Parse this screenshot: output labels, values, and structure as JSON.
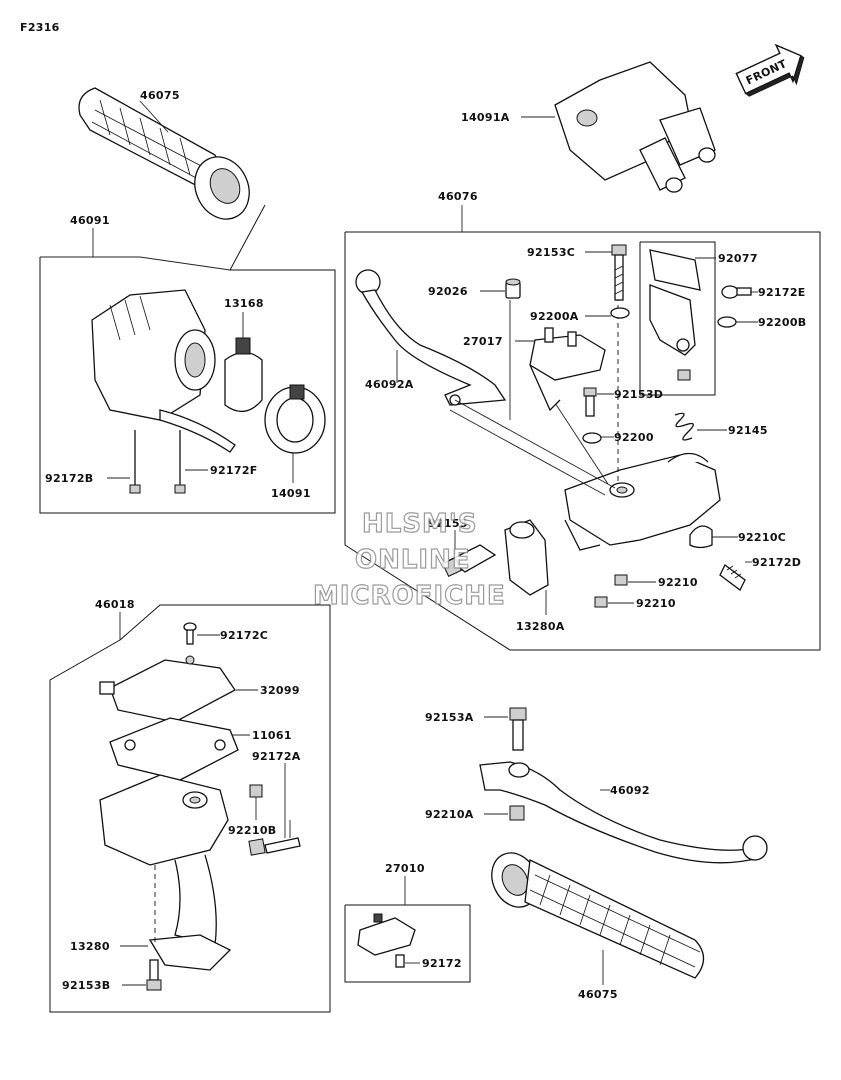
{
  "figure_code": "F2316",
  "front_label": "FRONT",
  "watermark": [
    "HLSM'S",
    "ONLINE",
    "MICROFICHE"
  ],
  "callouts": {
    "grip_top": "46075",
    "switch_assy": "46091",
    "insert_13168": "13168",
    "bolt_92172B": "92172B",
    "bolt_92172F": "92172F",
    "boot_14091": "14091",
    "cover_14091A": "14091A",
    "lever_assy": "46076",
    "bolt_92153C": "92153C",
    "guard_92077": "92077",
    "collar_92026": "92026",
    "washer_92200A": "92200A",
    "screw_92172E": "92172E",
    "washer_92200B": "92200B",
    "switch_27017": "27017",
    "lever_46092A": "46092A",
    "bolt_92153D": "92153D",
    "spring_92145": "92145",
    "washer_92200": "92200",
    "bolt_92153": "92153",
    "clamp_92210C": "92210C",
    "screw_92172D": "92172D",
    "nut_92210_upper": "92210",
    "nut_92210_lower": "92210",
    "holder_13280A": "13280A",
    "master_assy": "46018",
    "screw_92172C": "92172C",
    "cap_32099": "32099",
    "diaphragm_11061": "11061",
    "bolt_92172A": "92172A",
    "nut_92210B": "92210B",
    "holder_13280": "13280",
    "bolt_92153B": "92153B",
    "bolt_92153A": "92153A",
    "lever_46092": "46092",
    "nut_92210A": "92210A",
    "switch_27010": "27010",
    "screw_92172": "92172",
    "grip_bottom": "46075"
  }
}
